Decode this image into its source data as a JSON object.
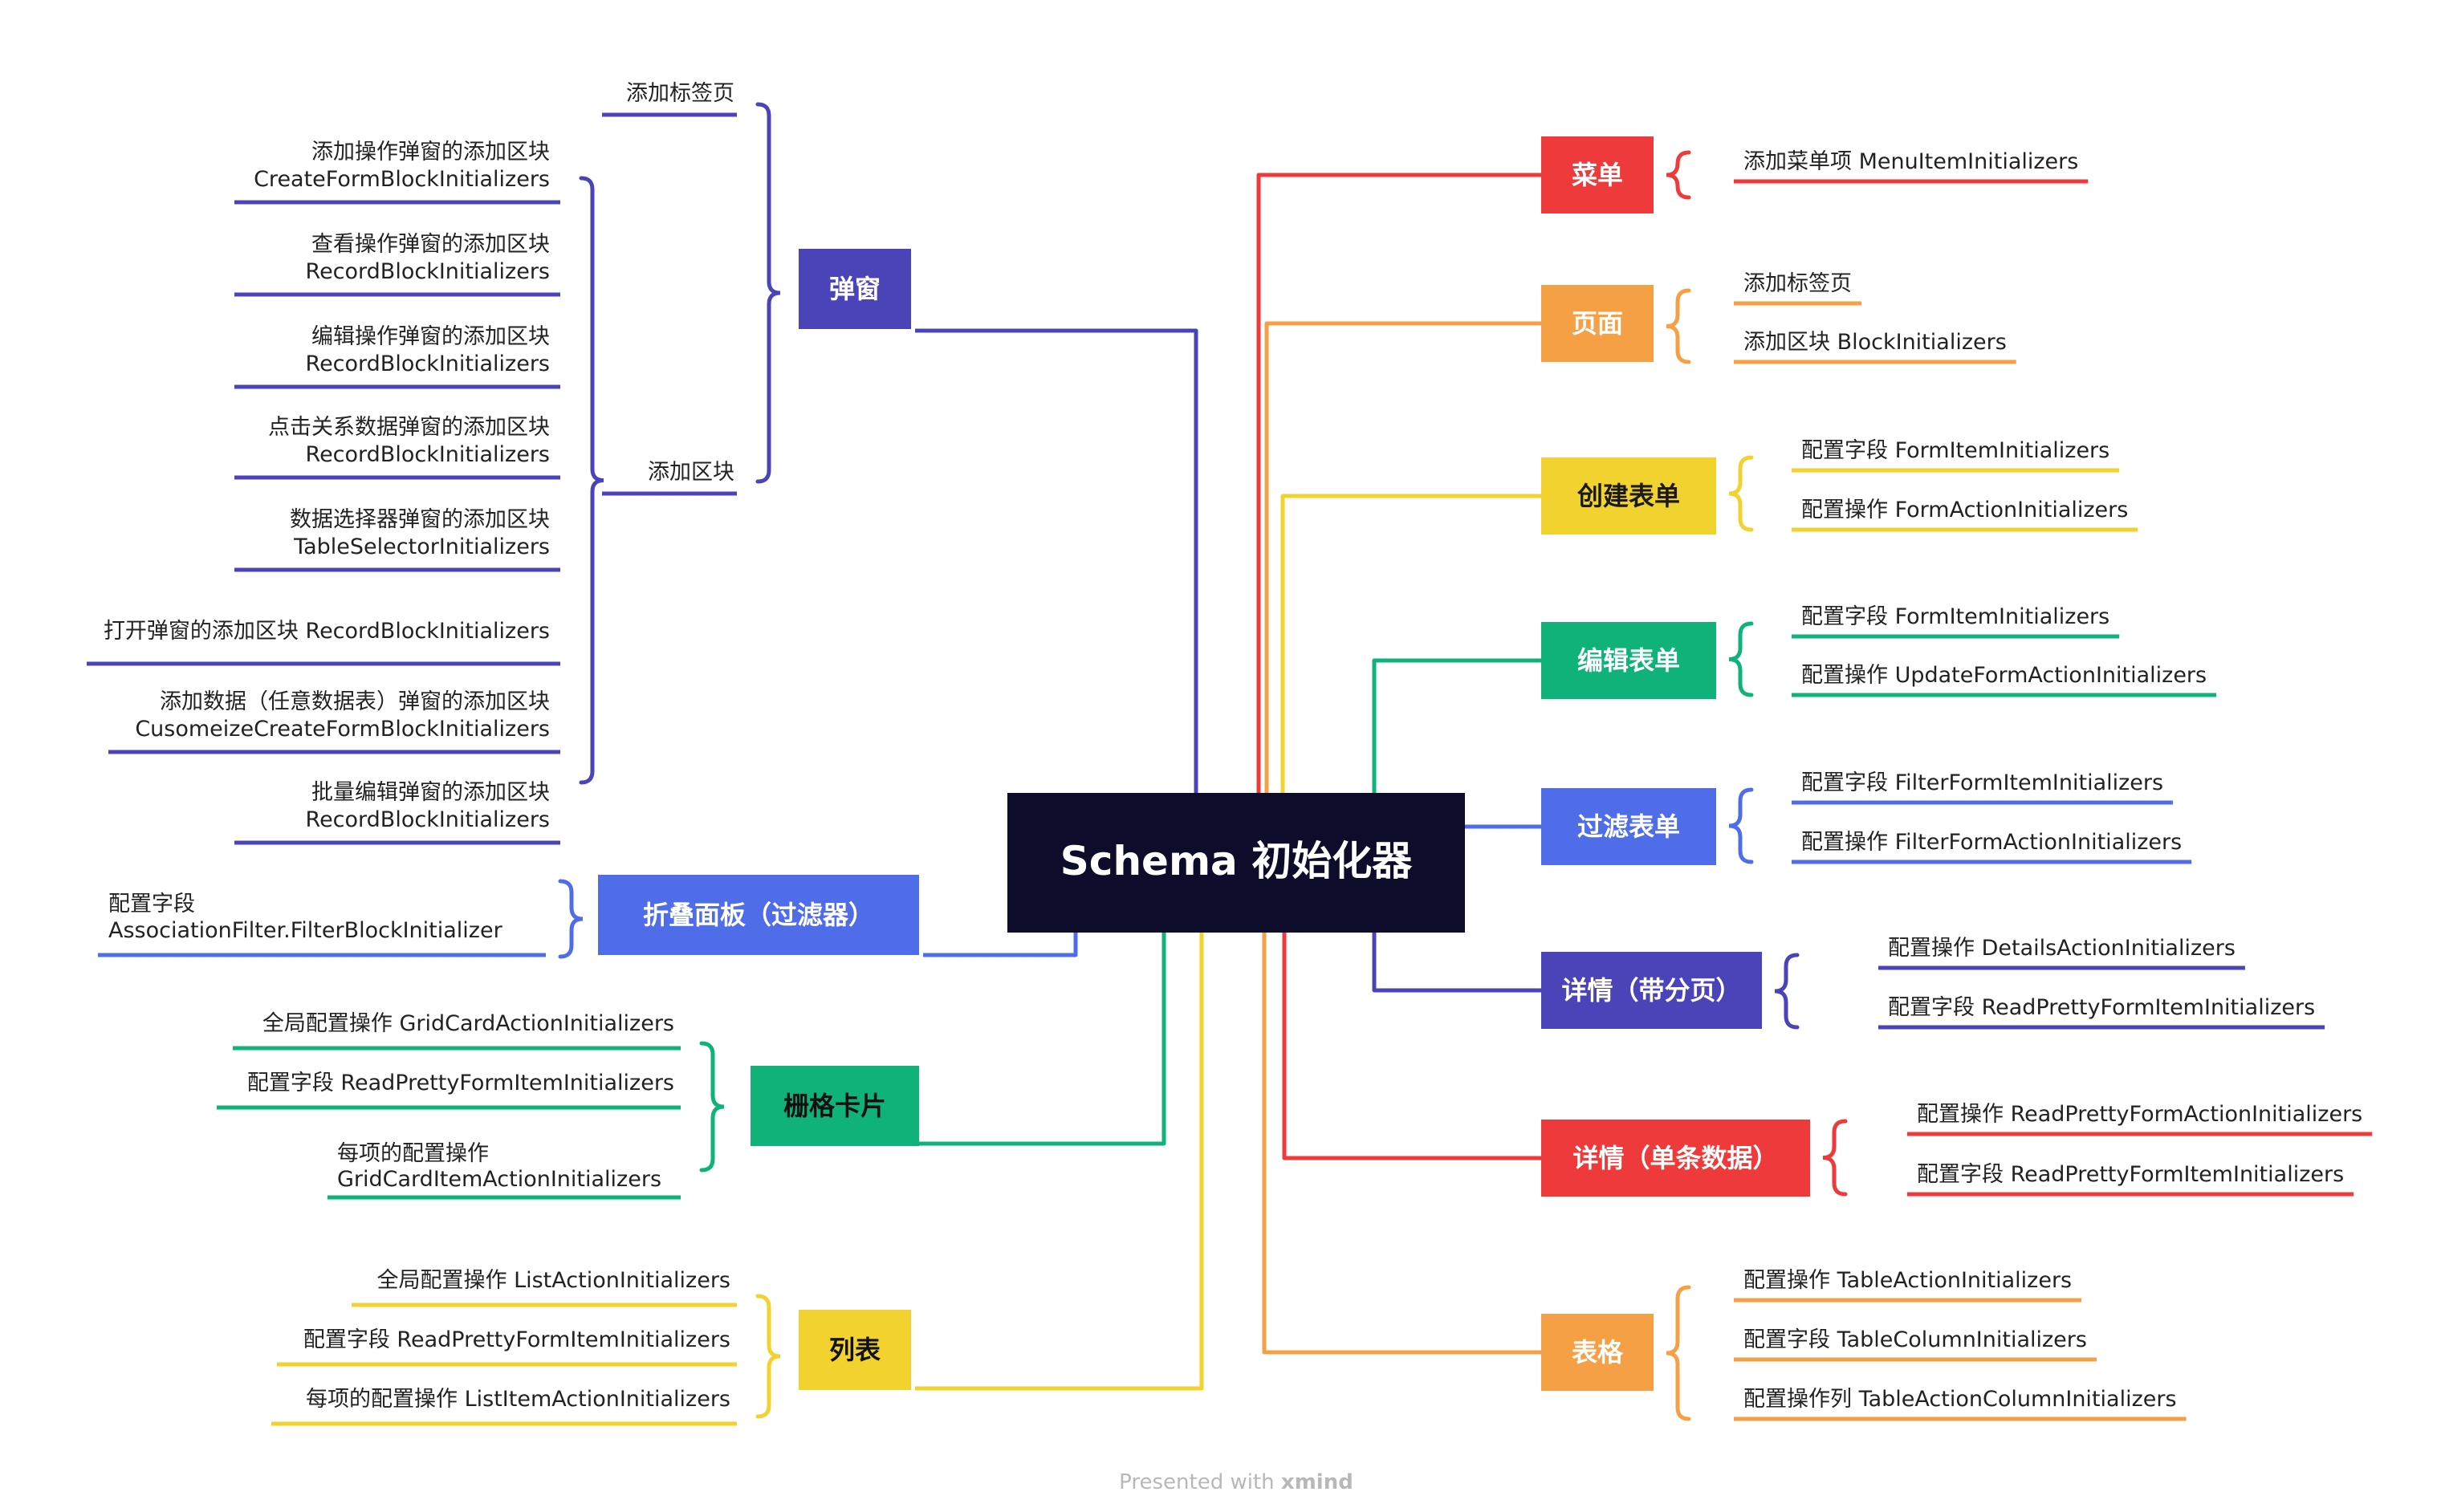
{
  "central": {
    "label": "Schema 初始化器"
  },
  "watermark": {
    "presented": "Presented with",
    "brand": "xmind"
  },
  "colors": {
    "red": "#ee3a3a",
    "orange": "#f5a044",
    "yellow": "#f2d22e",
    "green": "#0fb37a",
    "indigo": "#4b44b8",
    "blue": "#4f6de8",
    "navy": "#0d0d2b"
  },
  "right_branches": [
    {
      "id": "menu",
      "label": "菜单",
      "color": "red",
      "items": [
        "添加菜单项 MenuItemInitializers"
      ]
    },
    {
      "id": "page",
      "label": "页面",
      "color": "orange",
      "items": [
        "添加标签页",
        "添加区块 BlockInitializers"
      ]
    },
    {
      "id": "create-form",
      "label": "创建表单",
      "color": "yellow",
      "items": [
        "配置字段 FormItemInitializers",
        "配置操作 FormActionInitializers"
      ]
    },
    {
      "id": "edit-form",
      "label": "编辑表单",
      "color": "green",
      "items": [
        "配置字段 FormItemInitializers",
        "配置操作 UpdateFormActionInitializers"
      ]
    },
    {
      "id": "filter-form",
      "label": "过滤表单",
      "color": "blue",
      "items": [
        "配置字段 FilterFormItemInitializers",
        "配置操作 FilterFormActionInitializers"
      ]
    },
    {
      "id": "details-paged",
      "label": "详情（带分页）",
      "color": "indigo",
      "items": [
        "配置操作 DetailsActionInitializers",
        "配置字段 ReadPrettyFormItemInitializers"
      ]
    },
    {
      "id": "details-single",
      "label": "详情（单条数据）",
      "color": "red",
      "items": [
        "配置操作 ReadPrettyFormActionInitializers",
        "配置字段 ReadPrettyFormItemInitializers"
      ]
    },
    {
      "id": "table",
      "label": "表格",
      "color": "orange",
      "items": [
        "配置操作 TableActionInitializers",
        "配置字段 TableColumnInitializers",
        "配置操作列 TableActionColumnInitializers"
      ]
    }
  ],
  "popup": {
    "label": "弹窗",
    "color": "indigo",
    "tab_label": "添加标签页",
    "block_label": "添加区块",
    "blocks": [
      {
        "line1": "添加操作弹窗的添加区块",
        "line2": "CreateFormBlockInitializers"
      },
      {
        "line1": "查看操作弹窗的添加区块",
        "line2": "RecordBlockInitializers"
      },
      {
        "line1": "编辑操作弹窗的添加区块",
        "line2": "RecordBlockInitializers"
      },
      {
        "line1": "点击关系数据弹窗的添加区块",
        "line2": "RecordBlockInitializers"
      },
      {
        "line1": "数据选择器弹窗的添加区块",
        "line2": "TableSelectorInitializers"
      },
      {
        "line1": "打开弹窗的添加区块 RecordBlockInitializers",
        "line2": ""
      },
      {
        "line1": "添加数据（任意数据表）弹窗的添加区块",
        "line2": "CusomeizeCreateFormBlockInitializers"
      },
      {
        "line1": "批量编辑弹窗的添加区块",
        "line2": "RecordBlockInitializers"
      }
    ]
  },
  "collapse": {
    "label": "折叠面板（过滤器）",
    "color": "blue",
    "items": [
      {
        "line1": "配置字段",
        "line2": "AssociationFilter.FilterBlockInitializer"
      }
    ]
  },
  "grid": {
    "label": "栅格卡片",
    "color": "green",
    "items": [
      {
        "line1": "全局配置操作 GridCardActionInitializers",
        "line2": ""
      },
      {
        "line1": "配置字段 ReadPrettyFormItemInitializers",
        "line2": ""
      },
      {
        "line1": "每项的配置操作",
        "line2": "GridCardItemActionInitializers"
      }
    ]
  },
  "list": {
    "label": "列表",
    "color": "yellow",
    "items": [
      {
        "line1": "全局配置操作 ListActionInitializers",
        "line2": ""
      },
      {
        "line1": "配置字段 ReadPrettyFormItemInitializers",
        "line2": ""
      },
      {
        "line1": "每项的配置操作 ListItemActionInitializers",
        "line2": ""
      }
    ]
  }
}
